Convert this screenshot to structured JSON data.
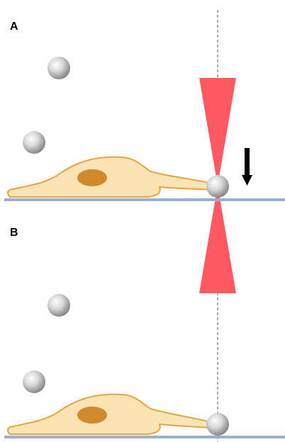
{
  "panels": [
    {
      "label": "A"
    },
    {
      "label": "B"
    }
  ],
  "colors": {
    "substrate": "#9aaed3",
    "laser_beam": "#ff5a63",
    "cell_fill": "#fae3b4",
    "cell_outline": "#e8a43a",
    "nucleus": "#d08a2c",
    "bead_dark": "#8a8a8a",
    "bead_light": "#ffffff",
    "arrow": "#000000",
    "optical_axis": "#555555"
  },
  "icons": {
    "beads": "sphere",
    "arrow": "down-arrow"
  }
}
